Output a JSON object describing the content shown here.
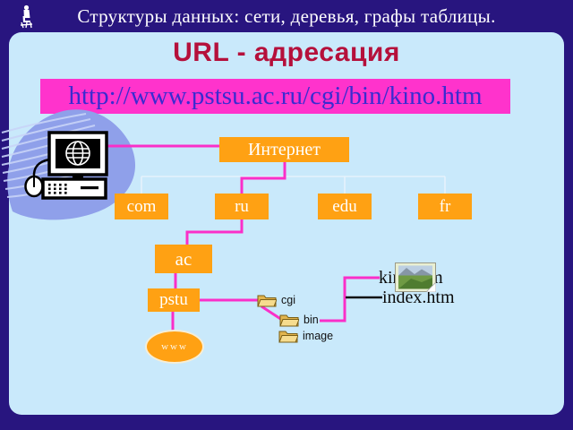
{
  "window": {
    "titlebar_text": "Структуры данных: сети, деревья, графы таблицы.",
    "titlebar_icon": "scribe-figure"
  },
  "slide": {
    "title": "URL - адресация",
    "url": "http://www.pstsu.ac.ru/cgi/bin/kino.htm",
    "tree": {
      "root": "Интернет",
      "domains": [
        "com",
        "ru",
        "edu",
        "fr"
      ],
      "subdomain": "ac",
      "host": "pstu",
      "server": "www",
      "folders": [
        "cgi",
        "bin",
        "image"
      ],
      "files": [
        "kino.htm",
        "index.htm"
      ]
    },
    "icons": {
      "left_graphic": "computer-with-globe-and-mouse",
      "folder_icon": "yellow-folder",
      "file_thumbnail": "landscape-photo"
    },
    "colors": {
      "page_background": "#28157F",
      "slide_background": "#C9E9FB",
      "title_red": "#B5103B",
      "url_box_magenta": "#FF33CC",
      "url_text_blue": "#3A2BD0",
      "node_orange": "#FFA113",
      "connector_magenta": "#FA2FC8",
      "tree_line_white": "#E6F2FC",
      "swoosh_periwinkle": "#8FA0EA"
    }
  }
}
